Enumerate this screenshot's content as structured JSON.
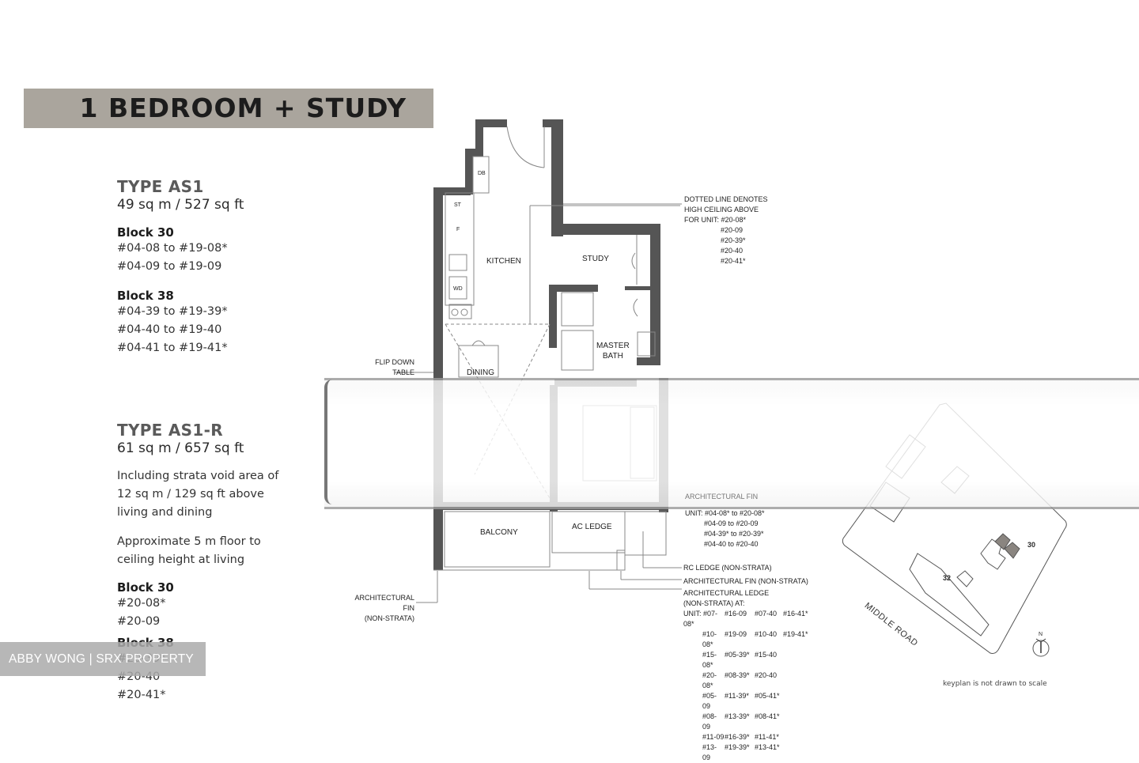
{
  "header": {
    "title": "1 BEDROOM + STUDY"
  },
  "type_as1": {
    "name": "TYPE AS1",
    "area": "49 sq m / 527 sq ft",
    "blocks": [
      {
        "label": "Block 30",
        "units": [
          "#04-08 to #19-08*",
          "#04-09 to #19-09"
        ]
      },
      {
        "label": "Block 38",
        "units": [
          "#04-39 to #19-39*",
          "#04-40 to #19-40",
          "#04-41 to #19-41*"
        ]
      }
    ]
  },
  "type_as1r": {
    "name": "TYPE AS1-R",
    "area": "61 sq m / 657 sq ft",
    "note1": [
      "Including strata void area of",
      "12 sq m / 129 sq ft above",
      "living and dining"
    ],
    "note2": [
      "Approximate 5 m floor to",
      "ceiling height at living"
    ],
    "blocks": [
      {
        "label": "Block 30",
        "units": [
          "#20-08*",
          "#20-09"
        ]
      },
      {
        "label": "Block 38",
        "units": [
          "#20-39*",
          "#20-40",
          "#20-41*"
        ]
      }
    ]
  },
  "floorplan": {
    "rooms": {
      "kitchen": "KITCHEN",
      "study": "STUDY",
      "master_bath": "MASTER BATH",
      "master_bath_l1": "MASTER",
      "master_bath_l2": "BATH",
      "dining": "DINING",
      "balcony": "BALCONY",
      "ac_ledge": "AC LEDGE",
      "db": "DB",
      "st": "ST",
      "f": "F",
      "wd": "WD"
    },
    "callouts": {
      "flip_down_l1": "FLIP DOWN",
      "flip_down_l2": "TABLE",
      "dotted_line": [
        "DOTTED LINE DENOTES",
        "HIGH CEILING ABOVE",
        "FOR UNIT: #20-08*",
        "#20-09",
        "#20-39*",
        "#20-40",
        "#20-41*"
      ],
      "arch_fin_top": "ARCHITECTURAL FIN",
      "arch_fin_units": [
        "UNIT: #04-08* to #20-08*",
        "#04-09 to #20-09",
        "#04-39* to #20-39*",
        "#04-40 to #20-40"
      ],
      "rc_ledge": "RC LEDGE (NON-STRATA)",
      "arch_fin_ns": "ARCHITECTURAL FIN (NON-STRATA)",
      "arch_ledge_l1": "ARCHITECTURAL LEDGE",
      "arch_ledge_l2": "(NON-STRATA) AT:",
      "arch_ledge_units": [
        [
          "UNIT: #07-08*",
          "#16-09",
          "#07-40",
          "#16-41*"
        ],
        [
          "#10-08*",
          "#19-09",
          "#10-40",
          "#19-41*"
        ],
        [
          "#15-08*",
          "#05-39*",
          "#15-40",
          ""
        ],
        [
          "#20-08*",
          "#08-39*",
          "#20-40",
          ""
        ],
        [
          "#05-09",
          "#11-39*",
          "#05-41*",
          ""
        ],
        [
          "#08-09",
          "#13-39*",
          "#08-41*",
          ""
        ],
        [
          "#11-09",
          "#16-39*",
          "#11-41*",
          ""
        ],
        [
          "#13-09",
          "#19-39*",
          "#13-41*",
          ""
        ]
      ],
      "arch_fin_bottom_l1": "ARCHITECTURAL FIN",
      "arch_fin_bottom_l2": "(NON-STRATA)"
    }
  },
  "keyplan": {
    "road": "MIDDLE ROAD",
    "block_30": "30",
    "block_32": "32",
    "north": "N",
    "note": "keyplan is not drawn to scale"
  },
  "watermark": "ABBY WONG | SRX PROPERTY"
}
